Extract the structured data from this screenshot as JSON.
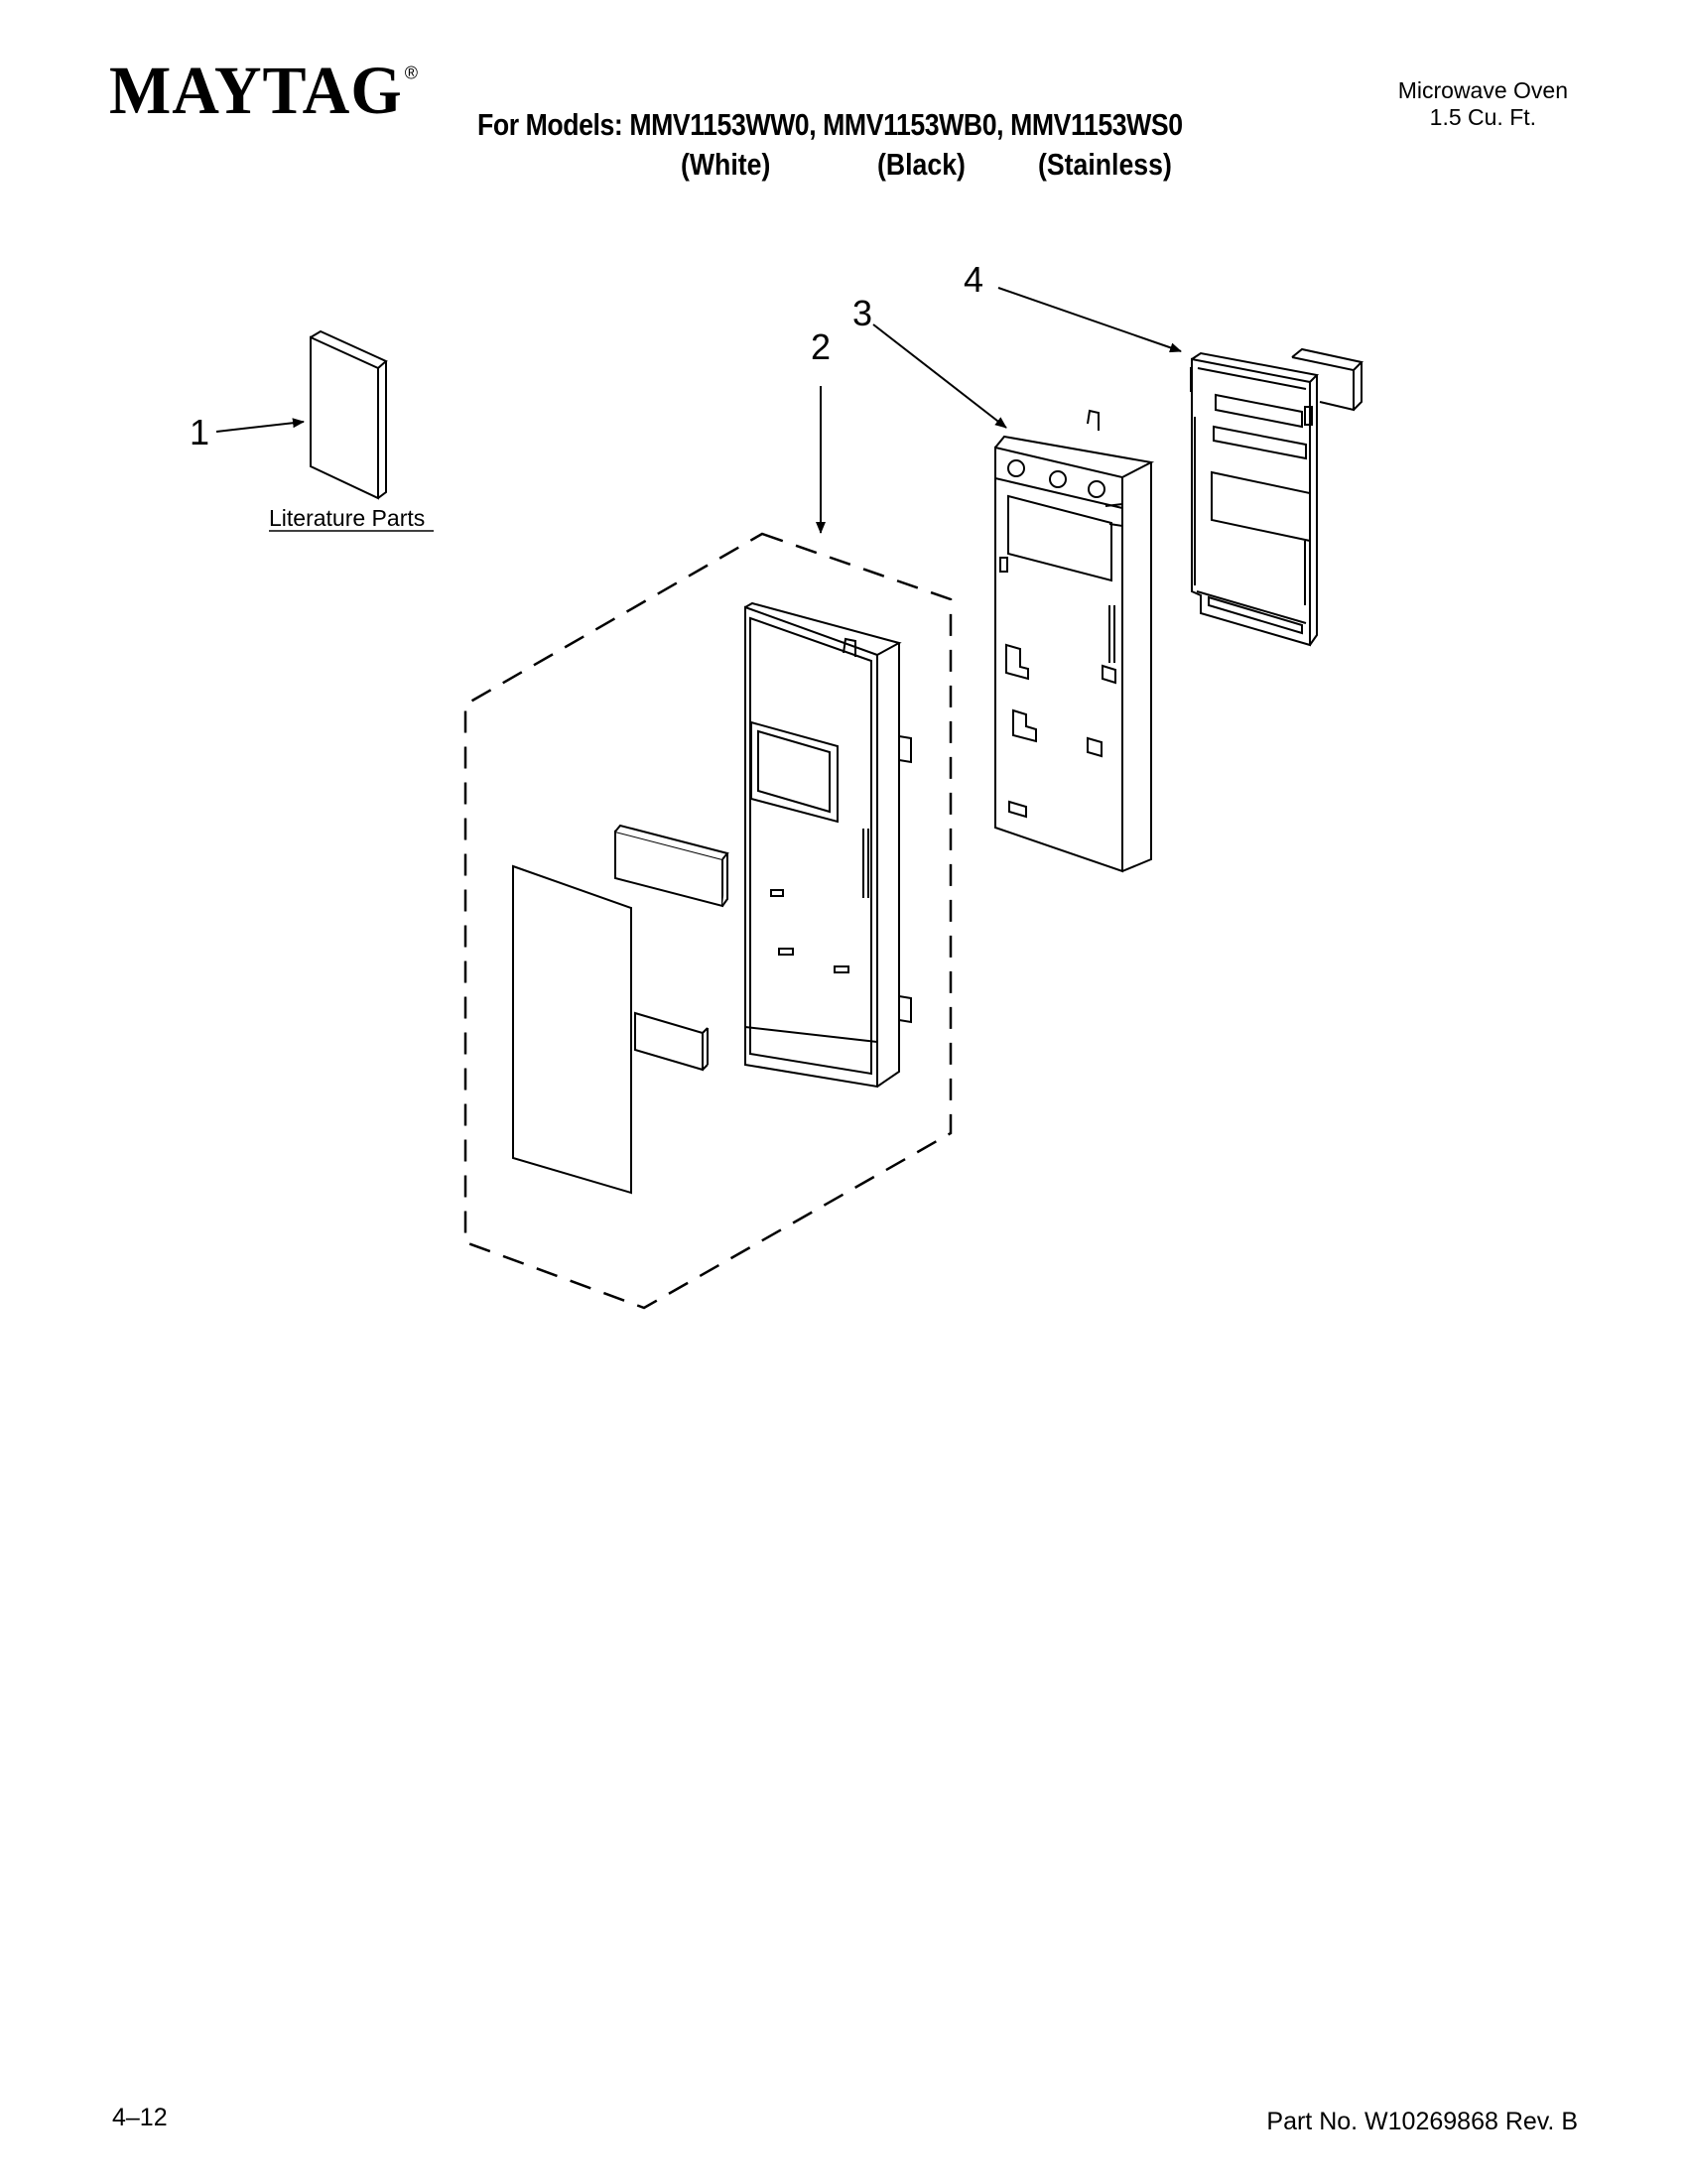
{
  "header": {
    "brand": "MAYTAG",
    "trademark": "®",
    "models_line": "For Models: MMV1153WW0, MMV1153WB0, MMV1153WS0",
    "variants": [
      "(White)",
      "(Black)",
      "(Stainless)"
    ],
    "product_line1": "Microwave Oven",
    "product_line2": "1.5 Cu. Ft."
  },
  "diagram": {
    "callouts": [
      "1",
      "2",
      "3",
      "4"
    ],
    "literature_label": "Literature Parts"
  },
  "footer": {
    "page_number": "4–12",
    "part_number": "Part No. W10269868 Rev. B"
  }
}
